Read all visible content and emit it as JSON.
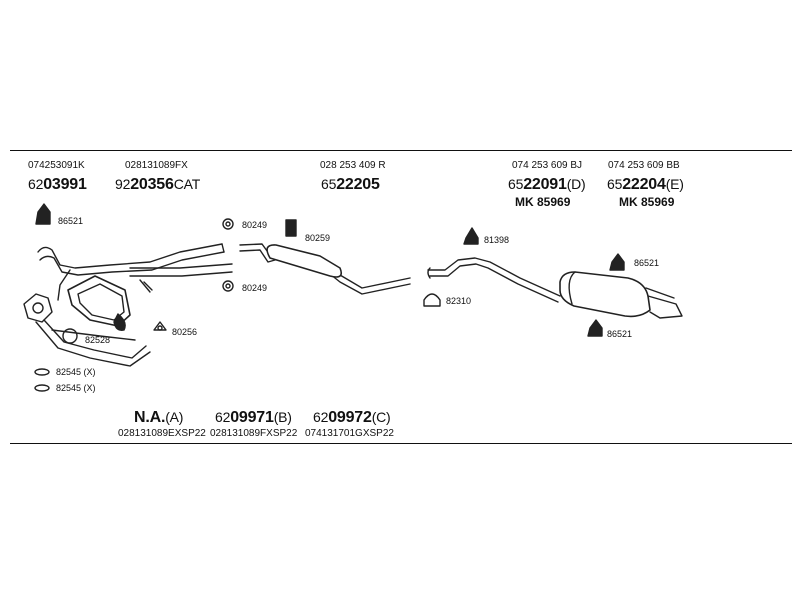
{
  "header_parts": [
    {
      "oe": "074253091K",
      "prefix": "62",
      "code": "03991",
      "suffix": ""
    },
    {
      "oe": "028131089FX",
      "prefix": "92",
      "code": "20356",
      "suffix": "CAT"
    },
    {
      "oe": "028 253 409 R",
      "prefix": "65",
      "code": "22205",
      "suffix": ""
    },
    {
      "oe": "074 253 609 BJ",
      "prefix": "65",
      "code": "22091",
      "suffix": "(D)",
      "mk": "MK  85969"
    },
    {
      "oe": "074 253 609 BB",
      "prefix": "65",
      "code": "22204",
      "suffix": "(E)",
      "mk": "MK  85969"
    }
  ],
  "callouts": {
    "c86521_left": "86521",
    "c80249_top": "80249",
    "c80259": "80259",
    "c80249_bottom": "80249",
    "c82528": "82528",
    "c80256": "80256",
    "c82545_x1": "82545 (X)",
    "c82545_x2": "82545 (X)",
    "c81398": "81398",
    "c82310": "82310",
    "c86521_right_top": "86521",
    "c86521_right_bottom": "86521"
  },
  "footer_parts": [
    {
      "prefix": "",
      "code": "N.A.",
      "suffix": "(A)",
      "oe": "028131089EXSP22"
    },
    {
      "prefix": "62",
      "code": "09971",
      "suffix": "(B)",
      "oe": "028131089FXSP22"
    },
    {
      "prefix": "62",
      "code": "09972",
      "suffix": "(C)",
      "oe": "074131701GXSP22"
    }
  ]
}
